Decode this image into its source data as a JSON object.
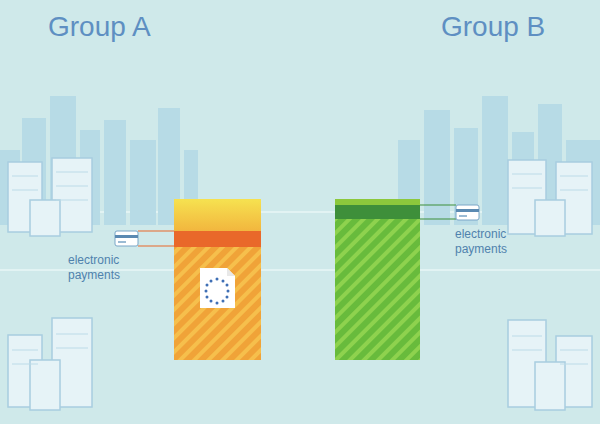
{
  "diagram": {
    "labels": [
      "Group A",
      "Group B",
      "electronic payments",
      "electronic payments"
    ]
  }
}
